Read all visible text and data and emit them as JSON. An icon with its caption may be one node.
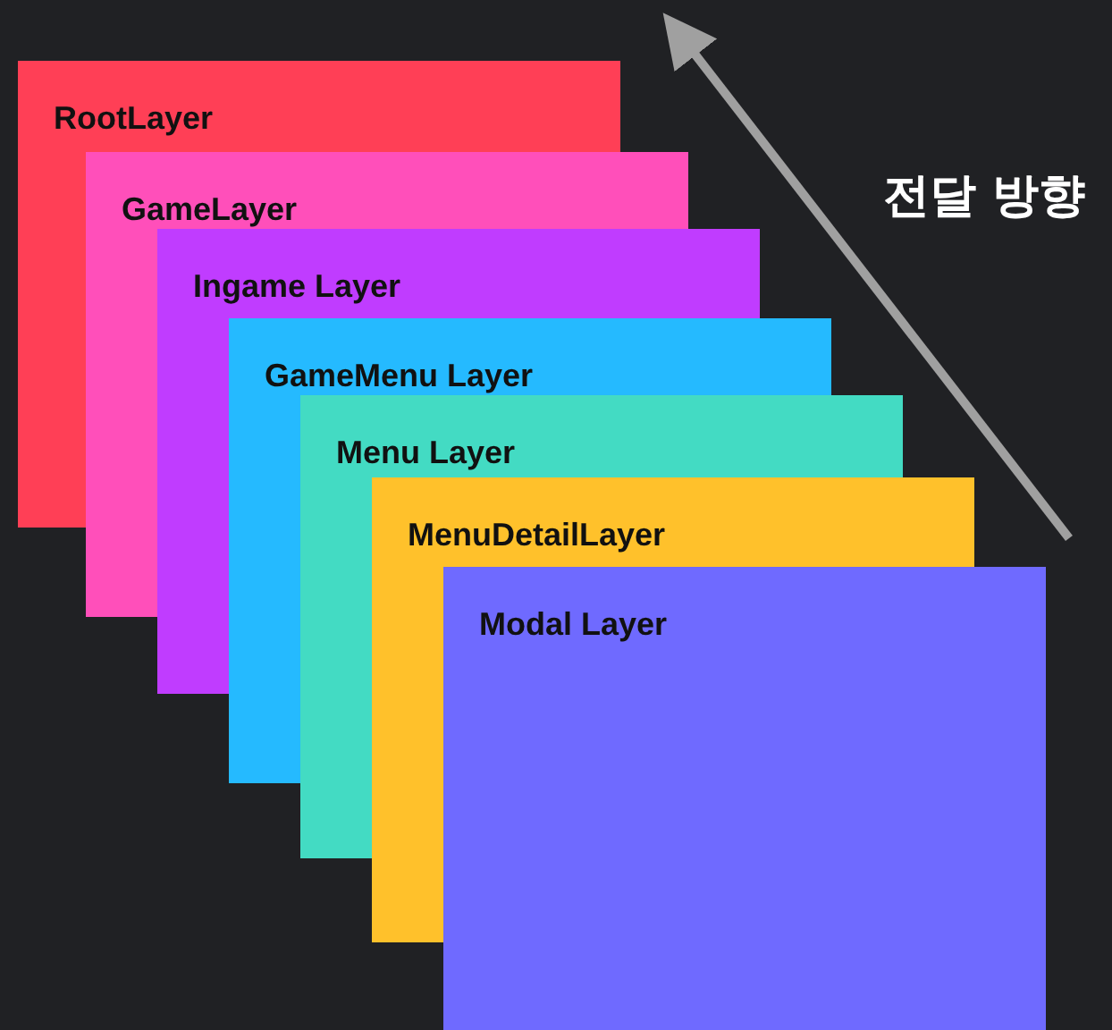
{
  "diagram": {
    "nodes": [
      {
        "text": [
          "RootLayer"
        ]
      },
      {
        "text": [
          "GameLayer"
        ]
      },
      {
        "text": [
          "Ingame Layer"
        ]
      },
      {
        "text": [
          "GameMenu Layer"
        ]
      },
      {
        "text": [
          "Menu Layer"
        ]
      },
      {
        "text": [
          "MenuDetailLayer"
        ]
      },
      {
        "text": [
          "Modal Layer"
        ]
      }
    ],
    "edges": [],
    "labels": [
      "전달 방향"
    ]
  }
}
